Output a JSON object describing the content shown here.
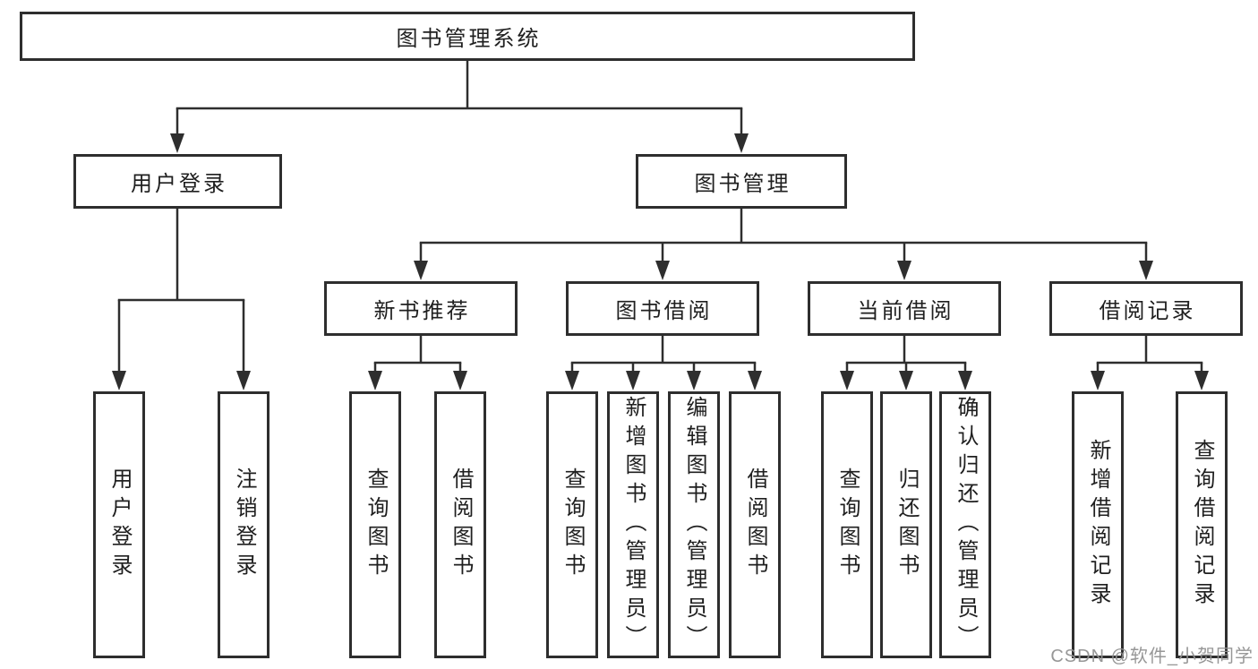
{
  "diagram_title": "图书管理系统",
  "tree": {
    "root": {
      "label": "图书管理系统"
    },
    "branches": [
      {
        "label": "用户登录",
        "leaves": [
          "用户登录",
          "注销登录"
        ]
      },
      {
        "label": "图书管理",
        "groups": [
          {
            "label": "新书推荐",
            "leaves": [
              "查询图书",
              "借阅图书"
            ]
          },
          {
            "label": "图书借阅",
            "leaves": [
              "查询图书",
              "新增图书（管理员）",
              "编辑图书（管理员）",
              "借阅图书"
            ]
          },
          {
            "label": "当前借阅",
            "leaves": [
              "查询图书",
              "归还图书",
              "确认归还（管理员）"
            ]
          },
          {
            "label": "借阅记录",
            "leaves": [
              "新增借阅记录",
              "查询借阅记录"
            ]
          }
        ]
      }
    ]
  },
  "watermark": {
    "text": "CSDN @软件_小贺同学"
  },
  "colors": {
    "line": "#2e2e2e",
    "box_border": "#2e2e2e",
    "text": "#1f1f1f",
    "background": "#ffffff",
    "watermark": "#919191"
  }
}
